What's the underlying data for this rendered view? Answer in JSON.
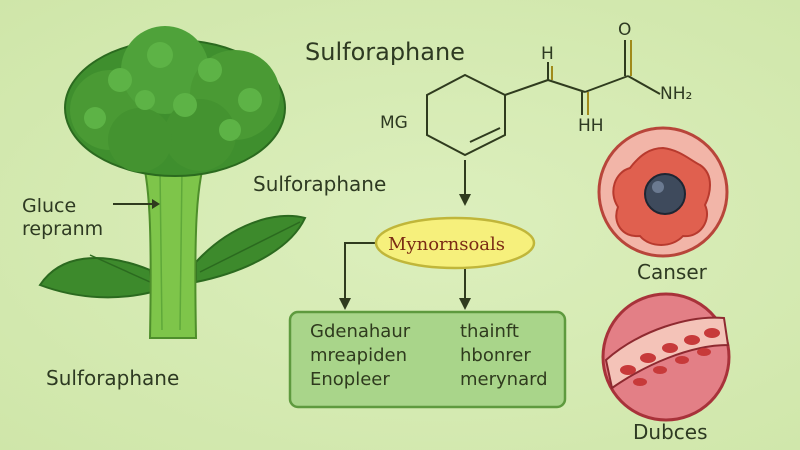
{
  "labels": {
    "title": "Sulforaphane",
    "middle": "Sulforaphane",
    "bottom": "Sulforaphane",
    "stem_line1": "Gluce",
    "stem_line2": "repranm",
    "mg": "MG",
    "h_top": "H",
    "o_top": "O",
    "nh": "NH₂",
    "hh": "HH",
    "myrosinase": "Mynornsoals",
    "cancer": "Canser",
    "dubces": "Dubces"
  },
  "box": {
    "row1_left": "Gdenahaur",
    "row1_right": "thainft",
    "row2_left": "mreapiden",
    "row2_right": "hbonrer",
    "row3_left": "Enopleer",
    "row3_right": "merynard"
  },
  "colors": {
    "background": "#d4e9b2",
    "broccoli": "#3f8f2e",
    "stem": "#7ec54a",
    "ellipse_fill": "#f6f07c",
    "box_fill": "#a9d58a",
    "cancer_cell": "#e0604f",
    "vessel": "#d6414a"
  }
}
